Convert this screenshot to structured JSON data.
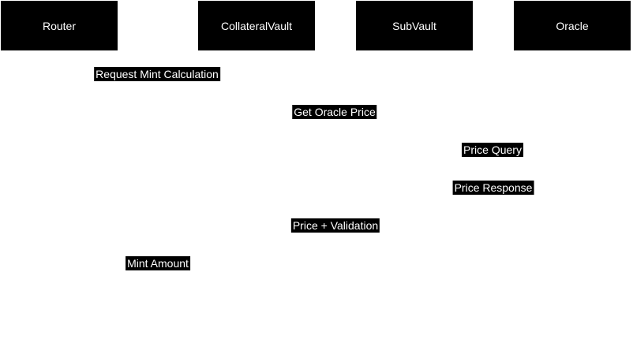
{
  "participants": {
    "router": "Router",
    "collateral_vault": "CollateralVault",
    "sub_vault": "SubVault",
    "oracle": "Oracle"
  },
  "messages": [
    "Request Mint Calculation",
    "Get Oracle Price",
    "Price Query",
    "Price Response",
    "Price + Validation",
    "Mint Amount"
  ]
}
